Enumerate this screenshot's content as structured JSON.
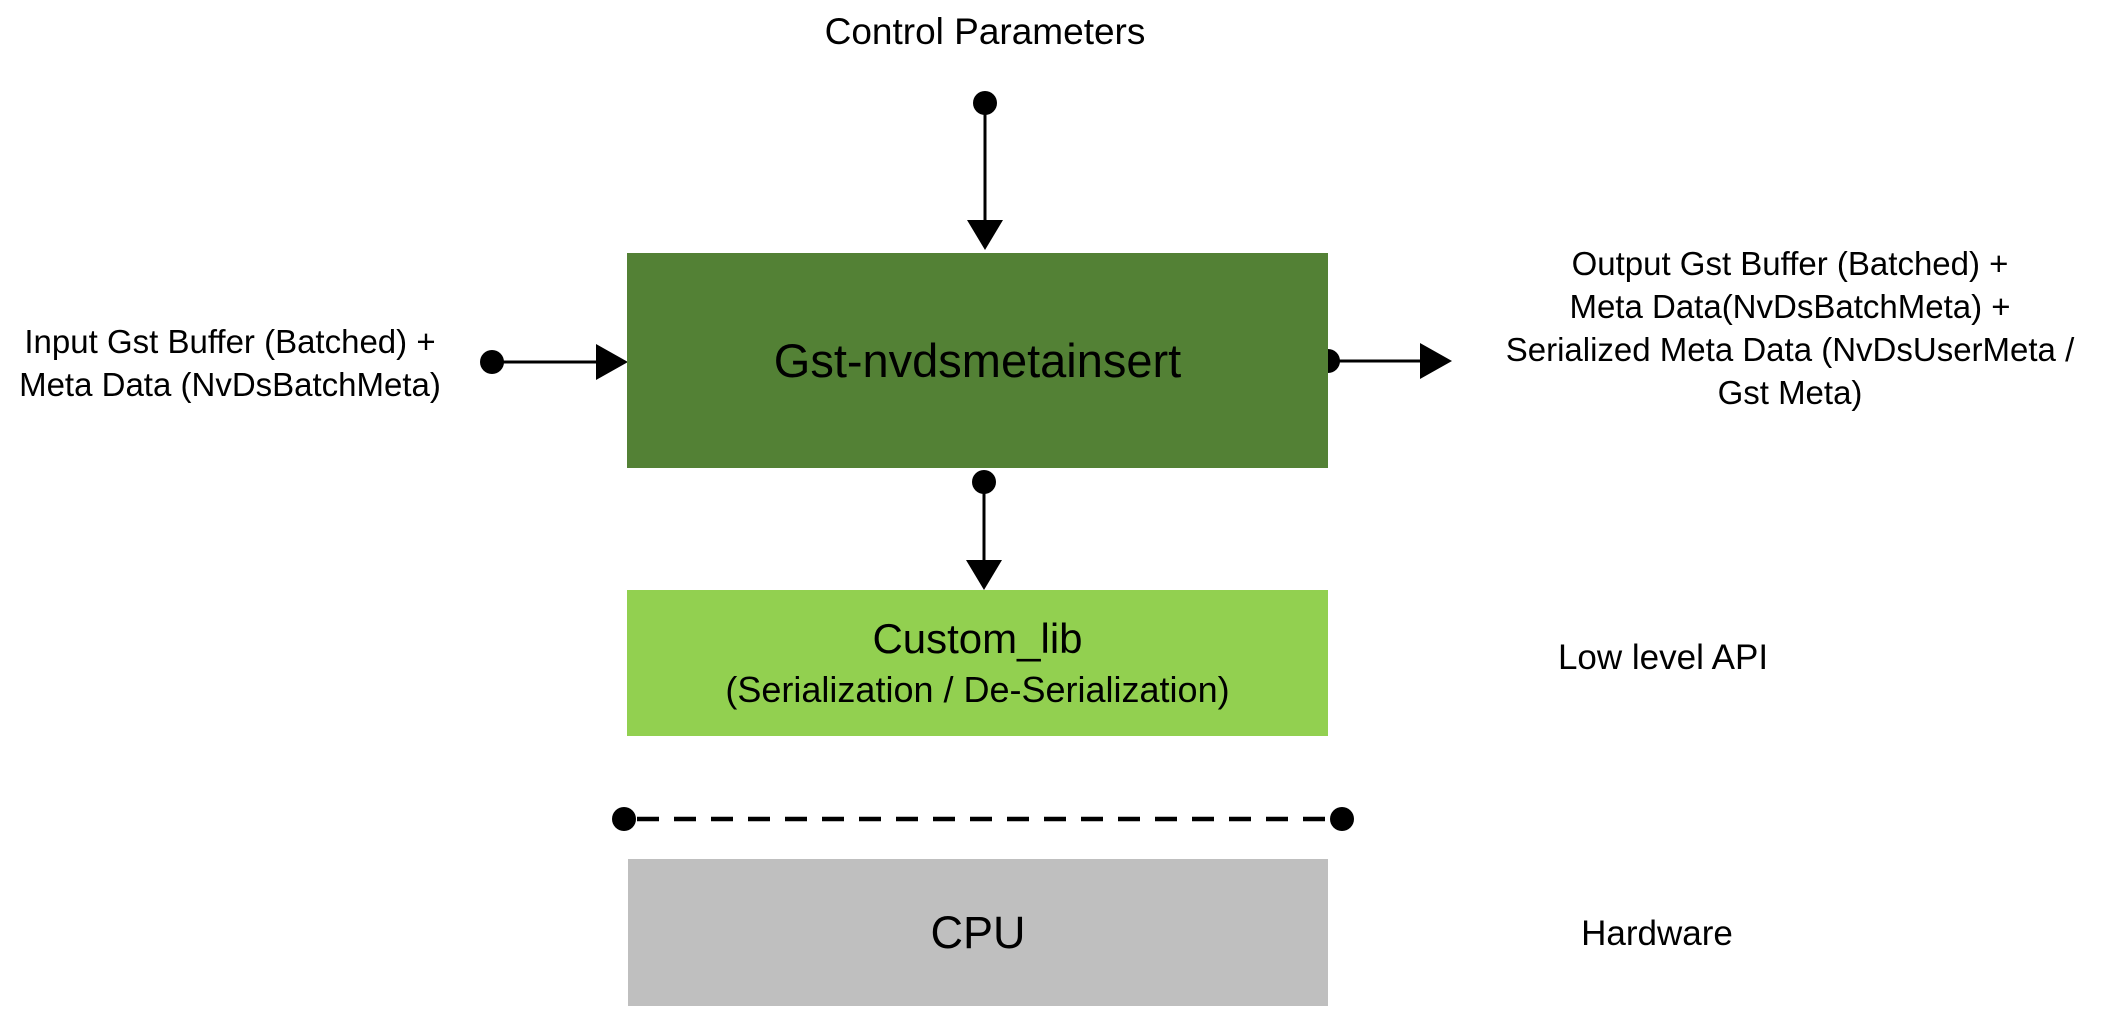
{
  "colors": {
    "plugin_green": "#538135",
    "lib_green": "#92d050",
    "hw_gray": "#bfbfbf",
    "line_black": "#000000",
    "text_black": "#000000",
    "background": "#ffffff"
  },
  "nodes": {
    "control_parameters": {
      "label": "Control Parameters"
    },
    "gst_plugin": {
      "label": "Gst-nvdsmetainsert"
    },
    "custom_lib": {
      "title": "Custom_lib",
      "subtitle": "(Serialization / De-Serialization)"
    },
    "cpu": {
      "label": "CPU"
    }
  },
  "labels": {
    "input": {
      "lines": [
        "Input Gst Buffer (Batched) +",
        "Meta Data (NvDsBatchMeta)"
      ]
    },
    "output": {
      "lines": [
        "Output Gst Buffer (Batched) +",
        "Meta Data(NvDsBatchMeta) +",
        "Serialized Meta Data (NvDsUserMeta /",
        "Gst Meta)"
      ]
    },
    "low_level_api": "Low level API",
    "hardware": "Hardware"
  }
}
